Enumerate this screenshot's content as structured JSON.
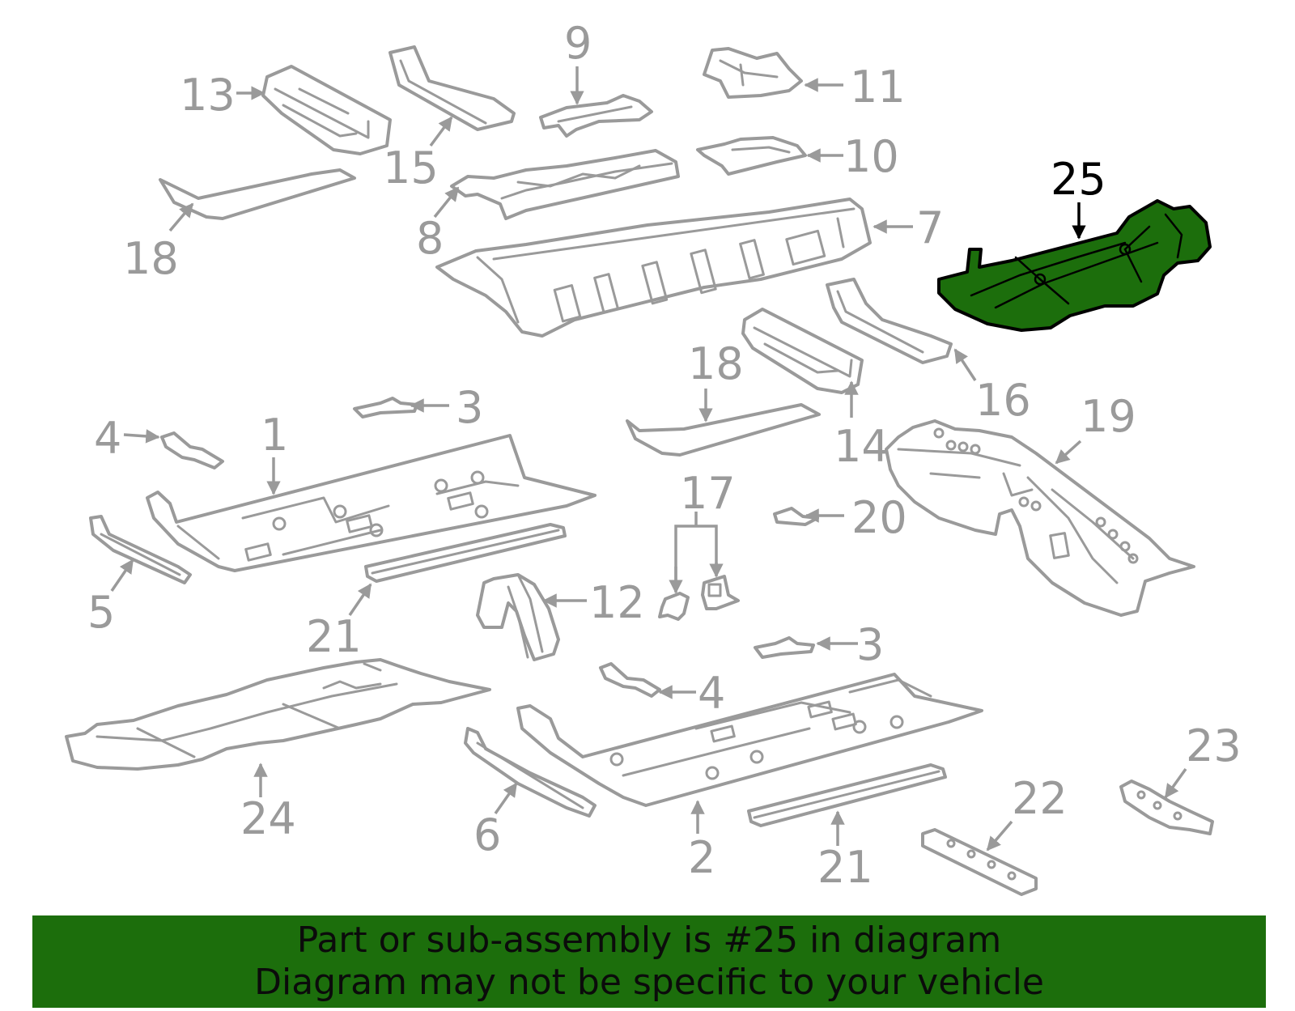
{
  "callouts": {
    "c1": "1",
    "c2": "2",
    "c3a": "3",
    "c3b": "3",
    "c4a": "4",
    "c4b": "4",
    "c5": "5",
    "c6": "6",
    "c7": "7",
    "c8": "8",
    "c9": "9",
    "c10": "10",
    "c11": "11",
    "c12": "12",
    "c13": "13",
    "c14": "14",
    "c15": "15",
    "c16": "16",
    "c17": "17",
    "c18a": "18",
    "c18b": "18",
    "c19": "19",
    "c20": "20",
    "c21a": "21",
    "c21b": "21",
    "c22": "22",
    "c23": "23",
    "c24": "24",
    "c25": "25"
  },
  "highlighted_part": "25",
  "colors": {
    "highlight": "#1c6e0c",
    "part_outline": "#9a9a9a",
    "banner_bg": "#1c6e0c"
  },
  "banner": {
    "line1": "Part or sub-assembly is #25 in diagram",
    "line2": "Diagram may not be specific to your vehicle"
  }
}
